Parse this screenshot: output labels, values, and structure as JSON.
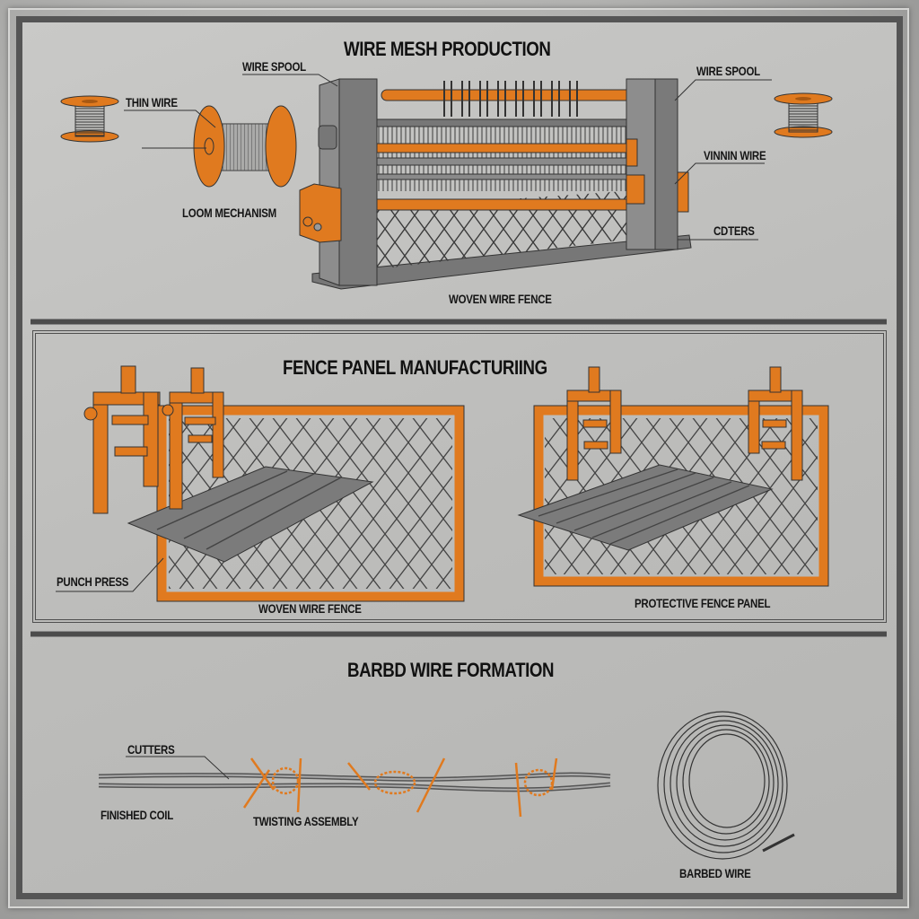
{
  "colors": {
    "accent_orange": "#e07a1f",
    "machine_gray": "#7a7a7a",
    "background": "#bdbdbb",
    "frame_dark": "#555555",
    "text": "#111111"
  },
  "sections": {
    "wire_mesh": {
      "title": "WIRE MESH PRODUCTION",
      "labels": {
        "wire_spool_left": "WIRE SPOOL",
        "thin_wire": "THIN WIRE",
        "loom_mechanism": "LOOM MECHANISM",
        "wire_spool_right": "WIRE SPOOL",
        "vinnin_wire": "VINNIN WIRE",
        "cutters": "CDTERS",
        "woven_wire_fence": "WOVEN WIRE FENCE"
      }
    },
    "fence_panel": {
      "title": "FENCE PANEL MANUFACTURIING",
      "labels": {
        "punch_press": "PUNCH PRESS",
        "woven_wire_fence": "WOVEN WIRE FENCE",
        "protective_fence_panel": "PROTECTIVE FENCE PANEL"
      }
    },
    "barbed_wire": {
      "title": "BARBD WIRE FORMATION",
      "labels": {
        "cutters": "CUTTERS",
        "finished_coil": "FINISHED COIL",
        "twisting_assembly": "TWISTING ASSEMBLY",
        "barbed_wire": "BARBED WIRE"
      }
    }
  }
}
